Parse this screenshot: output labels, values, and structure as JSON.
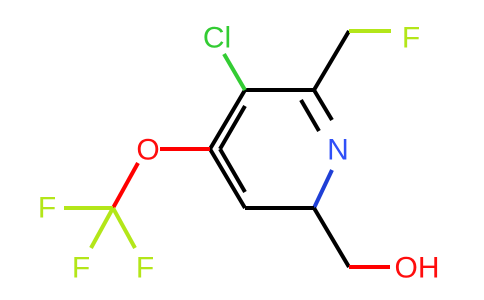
{
  "atoms": {
    "cl": {
      "label": "Cl",
      "color": "#33cc33"
    },
    "f_top": {
      "label": "F",
      "color": "#b3e619"
    },
    "n": {
      "label": "N",
      "color": "#3050f8"
    },
    "o_ether": {
      "label": "O",
      "color": "#ff0d0d"
    },
    "f_left": {
      "label": "F",
      "color": "#b3e619"
    },
    "f_bottom_left": {
      "label": "F",
      "color": "#b3e619"
    },
    "f_bottom_right": {
      "label": "F",
      "color": "#b3e619"
    },
    "oh": {
      "label": "OH",
      "color": "#ff0d0d"
    }
  }
}
